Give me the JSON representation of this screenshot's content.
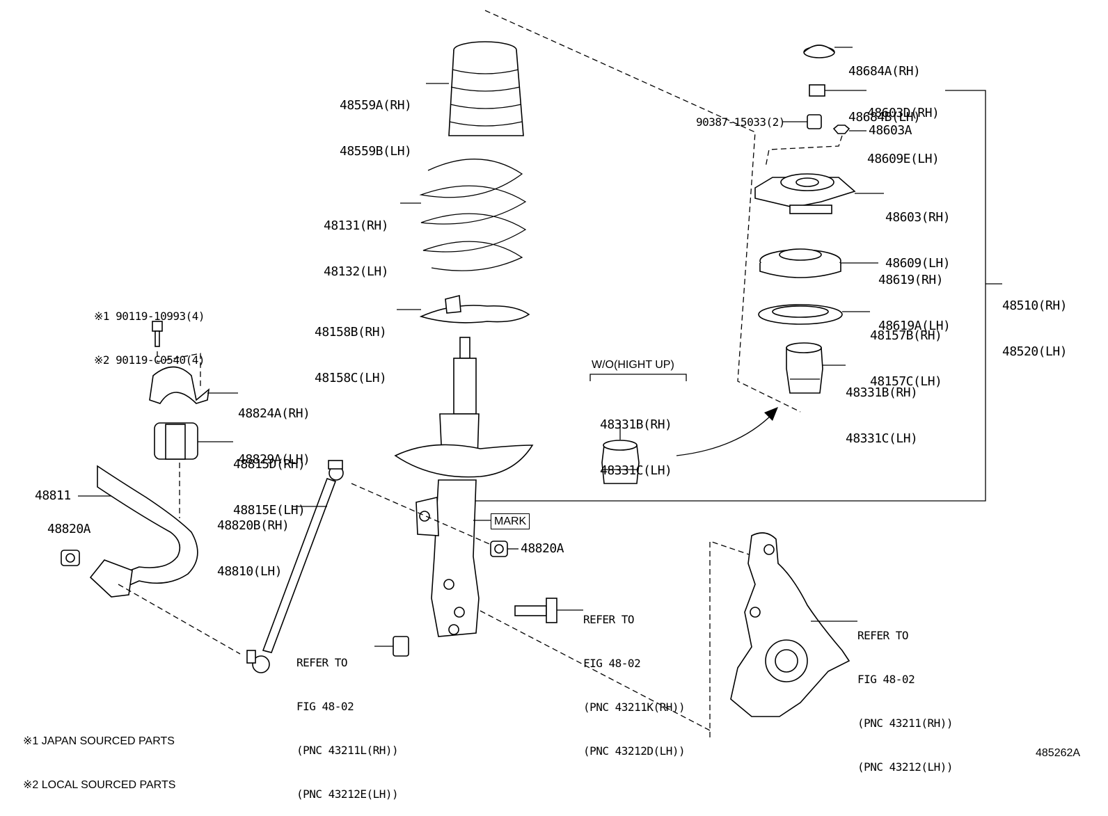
{
  "labels": {
    "p48684": [
      "48684A(RH)",
      "48684B(LH)"
    ],
    "p48603d": [
      "48603D(RH)",
      "48609E(LH)"
    ],
    "p90387": "90387-15033(2)",
    "p48603a": "48603A",
    "p48603": [
      "48603(RH)",
      "48609(LH)"
    ],
    "p48619": [
      "48619(RH)",
      "48619A(LH)"
    ],
    "p48510": [
      "48510(RH)",
      "48520(LH)"
    ],
    "p48157": [
      "48157B(RH)",
      "48157C(LH)"
    ],
    "p48331_right": [
      "48331B(RH)",
      "48331C(LH)"
    ],
    "p48559": [
      "48559A(RH)",
      "48559B(LH)"
    ],
    "p48131": [
      "48131(RH)",
      "48132(LH)"
    ],
    "p48158": [
      "48158B(RH)",
      "48158C(LH)"
    ],
    "bolts": [
      "※1 90119-10993(4)",
      "※2 90119-C0540(4)"
    ],
    "p48824": [
      "48824A(RH)",
      "48829A(LH)"
    ],
    "p48815": [
      "48815D(RH)",
      "48815E(LH)"
    ],
    "p48811": "48811",
    "p48820a_left": "48820A",
    "p48820b": [
      "48820B(RH)",
      "48810(LH)"
    ],
    "p48820a_mid": "48820A",
    "wo_hight_up": "W/O(HIGHT UP)",
    "p48331_mid": [
      "48331B(RH)",
      "48331C(LH)"
    ],
    "mark": "MARK",
    "refer_mid": [
      "REFER TO",
      "FIG 48-02",
      "(PNC 43211K(RH))",
      "(PNC 43212D(LH))"
    ],
    "refer_left": [
      "REFER TO",
      "FIG 48-02",
      "(PNC 43211L(RH))",
      "(PNC 43212E(LH))"
    ],
    "refer_right": [
      "REFER TO",
      "FIG 48-02",
      "(PNC 43211(RH))",
      "(PNC 43212(LH))"
    ]
  },
  "footnotes": [
    "※1 JAPAN SOURCED PARTS",
    "※2 LOCAL SOURCED PARTS"
  ],
  "figure_id": "485262A"
}
